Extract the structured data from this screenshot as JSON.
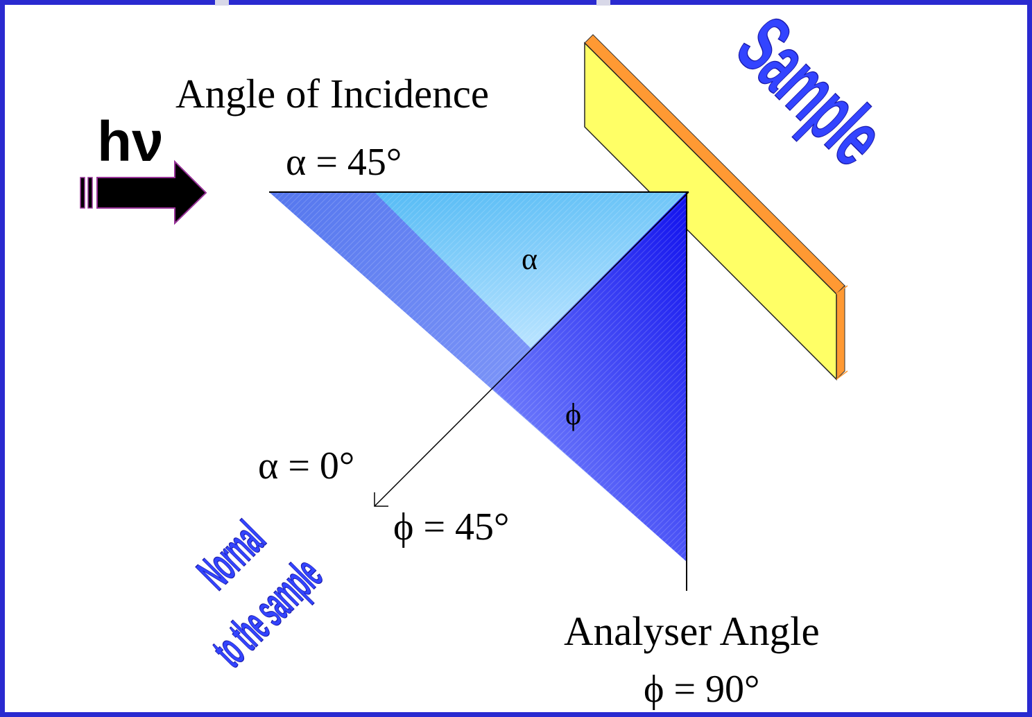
{
  "labels": {
    "hv": "hν",
    "angle_of_incidence": "Angle of Incidence",
    "alpha_45": "α = 45°",
    "alpha_inner": "α",
    "phi_inner": "ϕ",
    "alpha_0": "α = 0°",
    "phi_45": "ϕ = 45°",
    "analyser_angle": "Analyser Angle",
    "phi_90": "ϕ = 90°",
    "sample": "Sample",
    "normal_line1": "Normal",
    "normal_line2": "to the sample"
  },
  "colors": {
    "frame": "#2a2ad0",
    "sample_face": "#ffff66",
    "sample_edge": "#ff9933",
    "wordart_fill": "#3344ff",
    "triangle_light": "#66ccff",
    "triangle_dark": "#1a1aee",
    "arrow_fill": "#000000",
    "arrow_outline": "#993399"
  }
}
